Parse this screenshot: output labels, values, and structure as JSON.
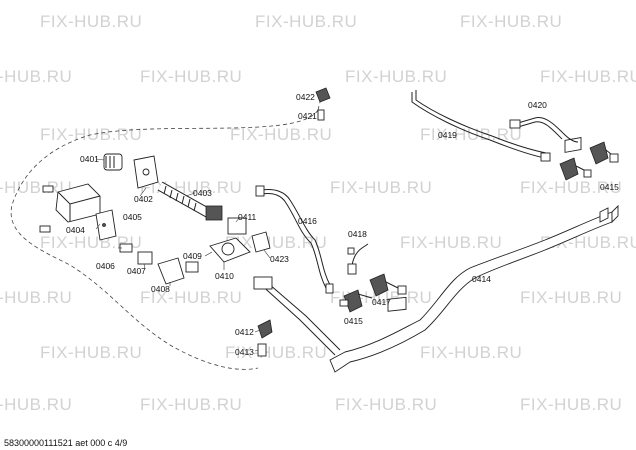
{
  "watermark": "FIX-HUB.RU",
  "footer_code": "58300000111521 aet 000 c 4/9",
  "parts": {
    "p0401": "0401",
    "p0402": "0402",
    "p0403": "0403",
    "p0404": "0404",
    "p0405": "0405",
    "p0406": "0406",
    "p0407": "0407",
    "p0408": "0408",
    "p0409": "0409",
    "p0410": "0410",
    "p0411": "0411",
    "p0412": "0412",
    "p0413": "0413",
    "p0414": "0414",
    "p0415a": "0415",
    "p0415b": "0415",
    "p0416": "0416",
    "p0417": "0417",
    "p0418": "0418",
    "p0419": "0419",
    "p0420": "0420",
    "p0421": "0421",
    "p0422": "0422",
    "p0423": "0423"
  }
}
